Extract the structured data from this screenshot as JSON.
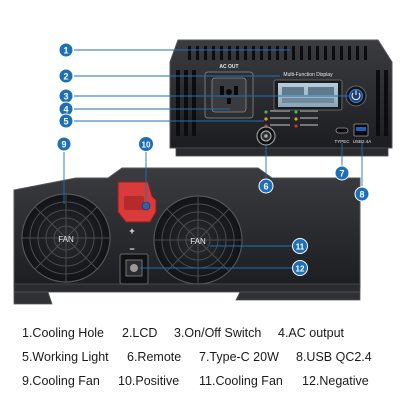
{
  "colors": {
    "callout": "#1d6fb8",
    "callout_dark": "#155a96",
    "body": "#1e1f22",
    "body_edge": "#3a3b3e",
    "panel": "#2a2b2e",
    "lcd_screen": "#9fb8c8",
    "positive_terminal": "#d93a3a",
    "negative_terminal": "#222222"
  },
  "top_unit": {
    "ac_out_label": "AC OUT",
    "display_label": "Multi-Function Display",
    "typec_label": "TYPEC",
    "usb_label": "USB2.4A"
  },
  "bottom_unit": {
    "fan_left_label": "FAN",
    "fan_right_label": "FAN",
    "positive_sign": "+",
    "negative_sign": "−"
  },
  "callouts": [
    {
      "num": "1"
    },
    {
      "num": "2"
    },
    {
      "num": "3"
    },
    {
      "num": "4"
    },
    {
      "num": "5"
    },
    {
      "num": "6"
    },
    {
      "num": "7"
    },
    {
      "num": "8"
    },
    {
      "num": "9"
    },
    {
      "num": "10"
    },
    {
      "num": "11"
    },
    {
      "num": "12"
    }
  ],
  "legend": {
    "rows": [
      [
        "1.Cooling Hole",
        "2.LCD",
        "3.On/Off Switch",
        "4.AC output"
      ],
      [
        "5.Working Light",
        "6.Remote",
        "7.Type-C 20W",
        "8.USB QC2.4"
      ],
      [
        "9.Cooling Fan",
        "10.Positive",
        "11.Cooling Fan",
        "12.Negative"
      ]
    ]
  }
}
